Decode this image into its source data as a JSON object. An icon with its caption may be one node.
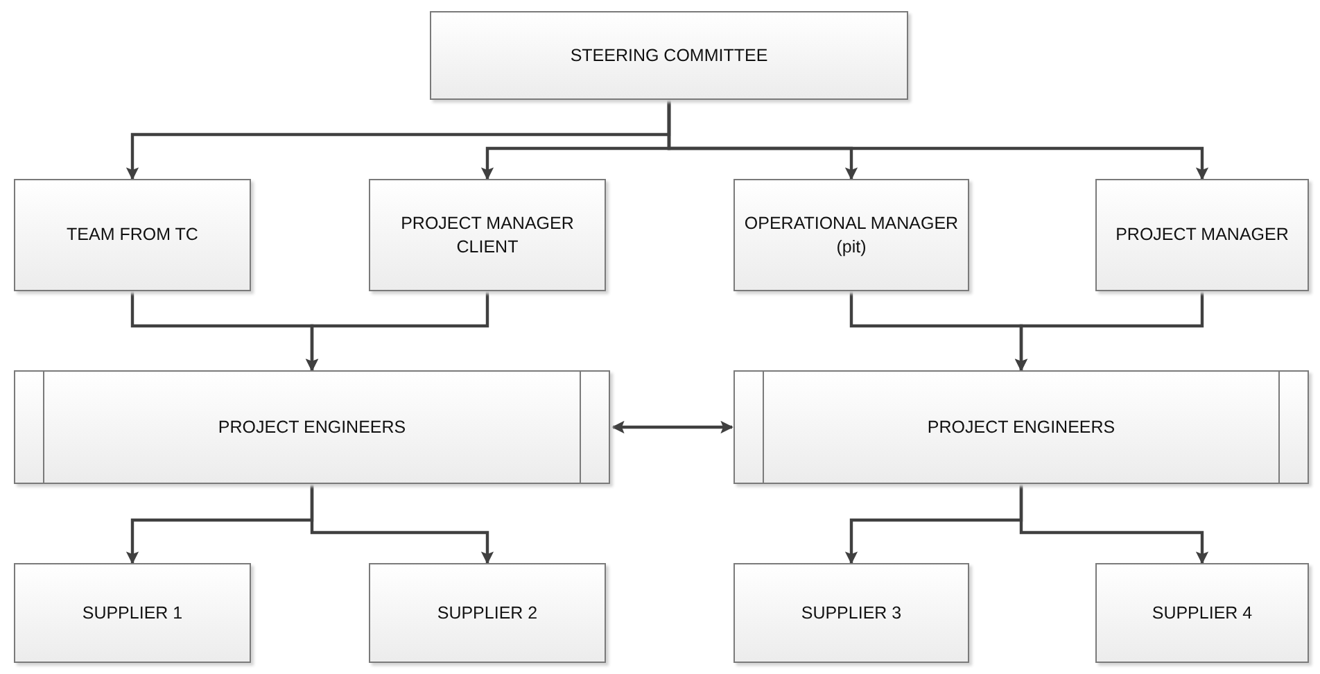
{
  "diagram": {
    "nodes": [
      {
        "text": [
          "STEERING COMMITTEE"
        ]
      },
      {
        "text": [
          "TEAM FROM TC"
        ]
      },
      {
        "text": [
          "PROJECT MANAGER CLIENT"
        ]
      },
      {
        "text": [
          "OPERATIONAL MANAGER (pit)"
        ]
      },
      {
        "text": [
          "PROJECT MANAGER"
        ]
      },
      {
        "text": [
          "PROJECT ENGINEERS"
        ]
      },
      {
        "text": [
          "PROJECT ENGINEERS"
        ]
      },
      {
        "text": [
          "SUPPLIER 1"
        ]
      },
      {
        "text": [
          "SUPPLIER 2"
        ]
      },
      {
        "text": [
          "SUPPLIER 3"
        ]
      },
      {
        "text": [
          "SUPPLIER 4"
        ]
      }
    ],
    "edges": [
      {
        "from": 0,
        "to": 1,
        "arrow": "to"
      },
      {
        "from": 0,
        "to": 2,
        "arrow": "to"
      },
      {
        "from": 0,
        "to": 3,
        "arrow": "to"
      },
      {
        "from": 0,
        "to": 4,
        "arrow": "to"
      },
      {
        "from": 1,
        "to": 5,
        "arrow": "to"
      },
      {
        "from": 2,
        "to": 5,
        "arrow": "to"
      },
      {
        "from": 3,
        "to": 6,
        "arrow": "to"
      },
      {
        "from": 4,
        "to": 6,
        "arrow": "to"
      },
      {
        "from": 5,
        "to": 6,
        "arrow": "both"
      },
      {
        "from": 5,
        "to": 7,
        "arrow": "to"
      },
      {
        "from": 5,
        "to": 8,
        "arrow": "to"
      },
      {
        "from": 6,
        "to": 9,
        "arrow": "to"
      },
      {
        "from": 6,
        "to": 10,
        "arrow": "to"
      }
    ]
  }
}
